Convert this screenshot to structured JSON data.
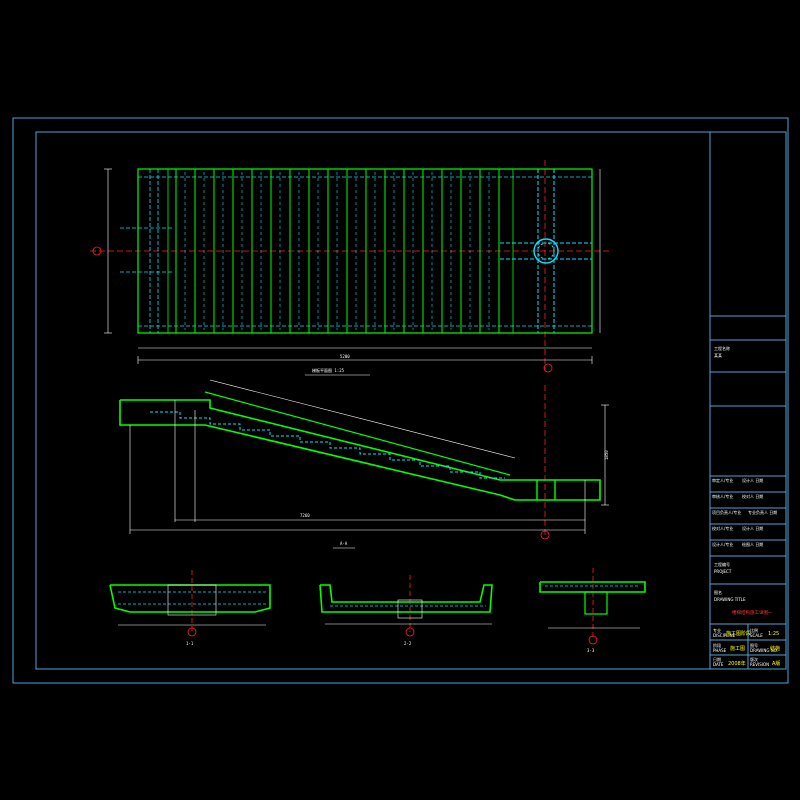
{
  "colors": {
    "background": "#000000",
    "border": "#4fa3d8",
    "member": "#00ff00",
    "member_bright": "#33ff66",
    "rebar": "#00e5ff",
    "dim": "#ffffff",
    "centerline": "#ff2020",
    "text": "#ffffff",
    "accent_text": "#ffff00",
    "red_text": "#ff3b3b"
  },
  "views": {
    "plan": {
      "view_title": "梯板平面图 1:25"
    },
    "elevation": {
      "view_title": "A-A"
    },
    "section_1": {
      "view_title": "1-1"
    },
    "section_2": {
      "view_title": "2-2"
    },
    "section_3": {
      "view_title": "3-3"
    }
  },
  "plan_dims": {
    "overall": "5200"
  },
  "elevation_dims": {
    "bottom_overall": "7260",
    "height": "1850"
  },
  "title_block": {
    "project": {
      "heading": "工程名称",
      "value": "某某"
    },
    "rows": [
      {
        "label": "审定人/专业",
        "value": "设计人 日期"
      },
      {
        "label": "审核人/专业",
        "value": "校对人 日期"
      },
      {
        "label": "项目负责人/专业",
        "value": "专业负责人 日期"
      },
      {
        "label": "校对人/专业",
        "value": "设计人 日期"
      },
      {
        "label": "设计人/专业",
        "value": "绘图人 日期"
      }
    ],
    "code": {
      "heading": "工程编号",
      "value": "PROJECT"
    },
    "drawing": {
      "heading": "图名",
      "subheading": "DRAWING TITLE",
      "title": "楼梯结构施工详图一"
    },
    "footer": [
      {
        "label": "专业",
        "sub": "DISCIPLINE",
        "value": "施工图阶段"
      },
      {
        "label": "比例",
        "sub": "SCALE",
        "value": "1:25"
      },
      {
        "label": "阶段",
        "sub": "PHASE",
        "value": "施工图"
      },
      {
        "label": "图号",
        "sub": "DRAWING NO.",
        "value": "结施"
      },
      {
        "label": "日期",
        "sub": "DATE",
        "value": "2008年"
      },
      {
        "label": "版次",
        "sub": "REVISION",
        "value": "A版"
      }
    ]
  }
}
